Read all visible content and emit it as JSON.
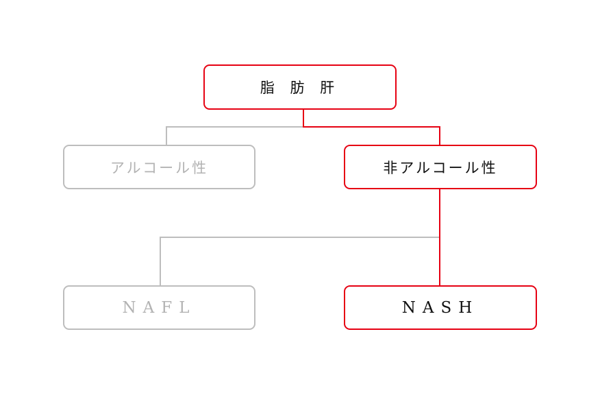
{
  "diagram": {
    "nodes": {
      "root": {
        "label": "脂 肪 肝"
      },
      "alcoholic": {
        "label": "アルコール性"
      },
      "non_alcoholic": {
        "label": "非アルコール性"
      },
      "nafl": {
        "label": "NAFL"
      },
      "nash": {
        "label": "NASH"
      }
    },
    "colors": {
      "highlight": "#e60012",
      "muted_border": "#bdbdbd",
      "muted_text": "#b3b3b3",
      "active_text": "#111111"
    }
  }
}
